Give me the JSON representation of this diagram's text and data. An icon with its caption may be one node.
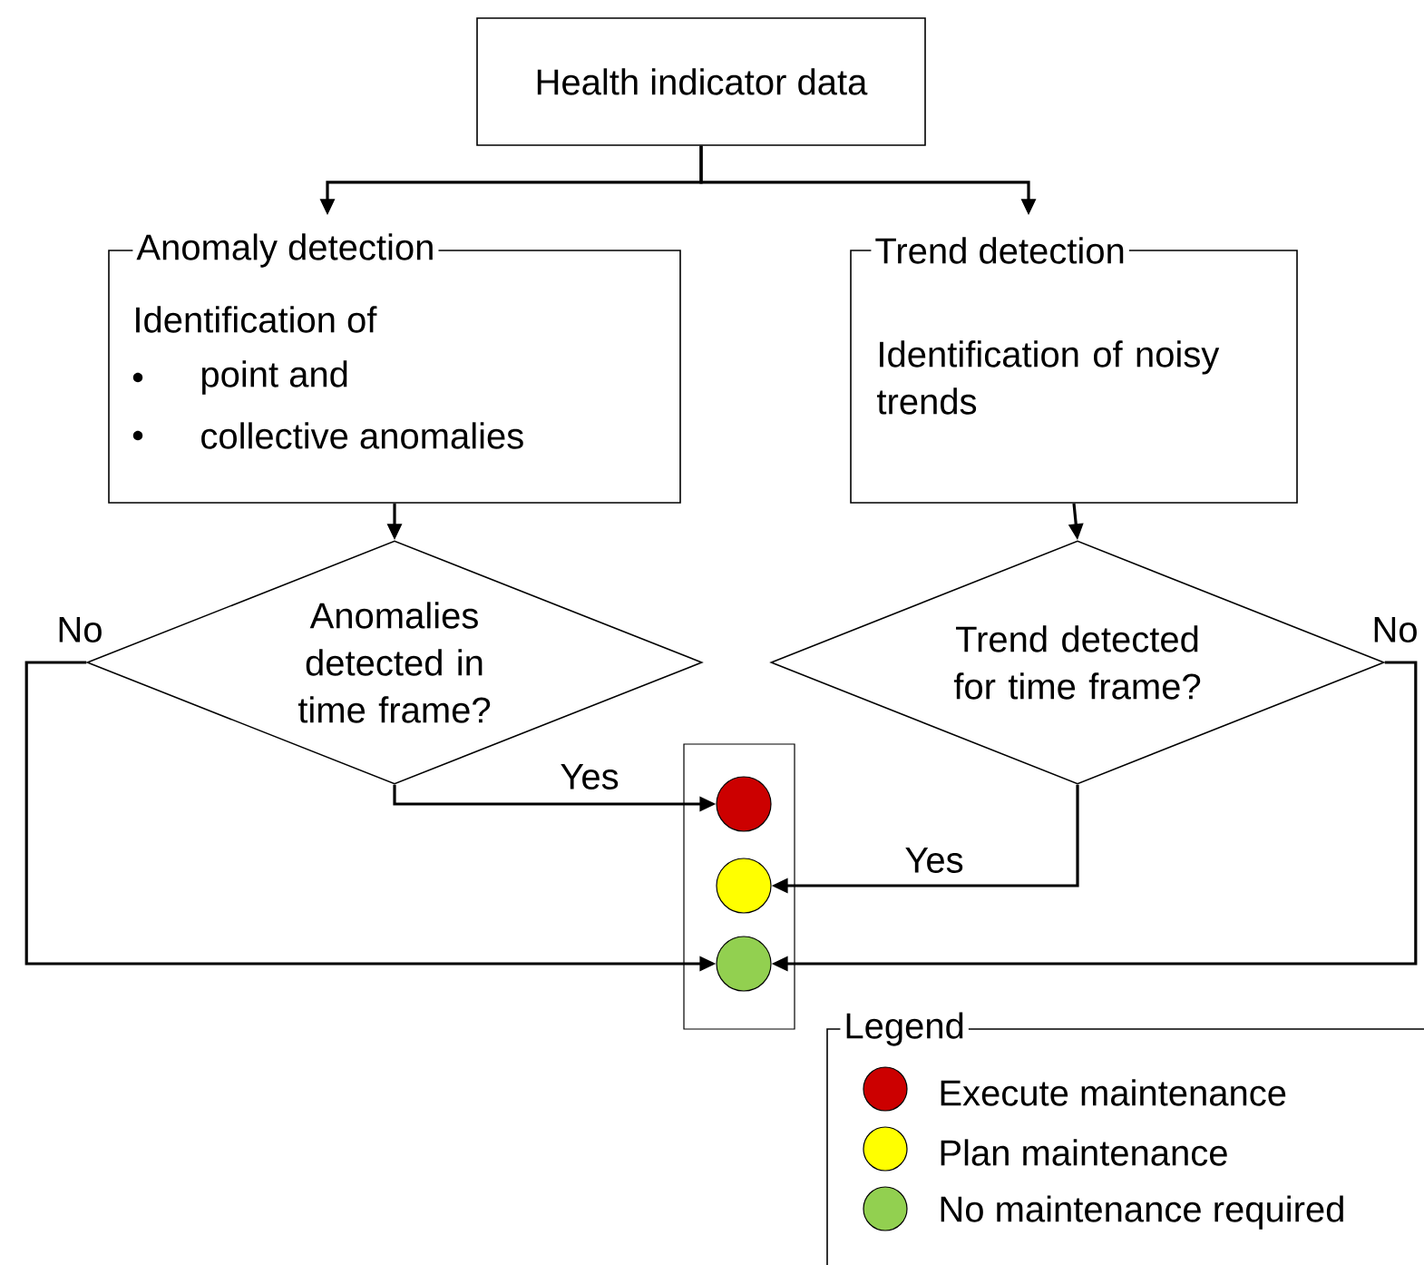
{
  "diagram": {
    "nodes": [
      {
        "text": [
          "Health indicator data"
        ]
      },
      {
        "text": [
          "Anomaly detection",
          "Identification of",
          "point and",
          "collective anomalies"
        ]
      },
      {
        "text": [
          "Trend detection",
          "Identification of noisy trends"
        ]
      },
      {
        "text": [
          "Anomalies detected in time frame?"
        ]
      },
      {
        "text": [
          "Trend detected for time frame?"
        ]
      },
      {
        "text": [],
        "shape": "box"
      },
      {
        "text": [],
        "shape": "circle",
        "in": 5
      },
      {
        "text": [],
        "shape": "circle",
        "in": 5
      },
      {
        "text": [],
        "shape": "circle",
        "in": 5
      }
    ],
    "edges": [
      {
        "from": 0,
        "to": 1,
        "arrow": "to"
      },
      {
        "from": 0,
        "to": 2,
        "arrow": "to"
      },
      {
        "from": 1,
        "to": 3,
        "arrow": "to"
      },
      {
        "from": 2,
        "to": 4,
        "arrow": "to"
      },
      {
        "from": 3,
        "to": 6,
        "arrow": "to",
        "label": "Yes"
      },
      {
        "from": 4,
        "to": 7,
        "arrow": "to",
        "label": "Yes"
      },
      {
        "from": 3,
        "to": 8,
        "arrow": "to",
        "label": "No"
      },
      {
        "from": 4,
        "to": 8,
        "arrow": "to",
        "label": "No"
      }
    ],
    "labels": [
      "Legend"
    ],
    "legend": [
      {
        "text": "Execute maintenance",
        "color": "#cc0000"
      },
      {
        "text": "Plan maintenance",
        "color": "#ffff00"
      },
      {
        "text": "No maintenance required",
        "color": "#92d050"
      }
    ]
  }
}
